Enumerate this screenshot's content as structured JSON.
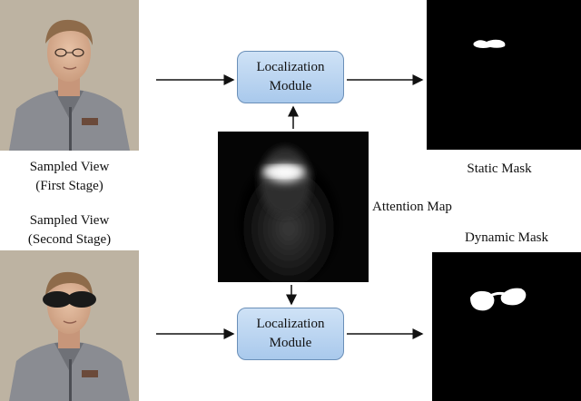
{
  "left": {
    "caption_first_line1": "Sampled View",
    "caption_first_line2": "(First Stage)",
    "caption_second_line1": "Sampled View",
    "caption_second_line2": "(Second Stage)"
  },
  "modules": {
    "top_line1": "Localization",
    "top_line2": "Module",
    "bottom_line1": "Localization",
    "bottom_line2": "Module"
  },
  "center": {
    "attention_label": "Attention Map"
  },
  "right": {
    "static_label": "Static Mask",
    "dynamic_label": "Dynamic Mask"
  },
  "colors": {
    "module_fill": "#a9c9ec",
    "module_border": "#6a8fb8",
    "arrow": "#111111"
  }
}
